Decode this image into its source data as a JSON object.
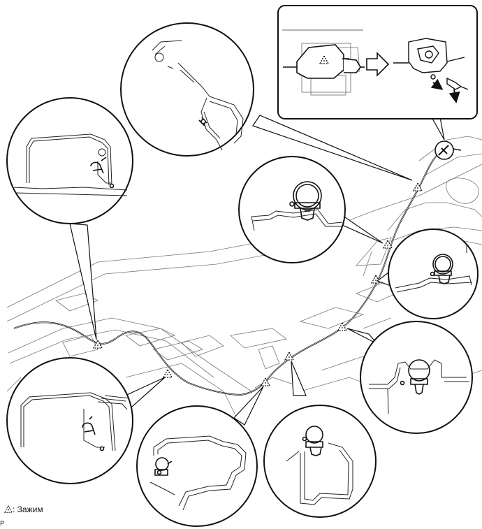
{
  "legend": {
    "symbol_name": "clamp-triangle-icon",
    "text": ": Зажим"
  },
  "reference_code": "P",
  "callouts": [
    {
      "name": "detail-callout-top-center",
      "icon": "clamp-triangle-icon"
    },
    {
      "name": "detail-callout-left",
      "icon": "clamp-triangle-icon"
    },
    {
      "name": "detail-callout-mid-right",
      "icon": "clamp-triangle-icon"
    },
    {
      "name": "detail-callout-right-upper",
      "icon": "clamp-triangle-icon"
    },
    {
      "name": "detail-callout-right-lower",
      "icon": "clamp-triangle-icon"
    },
    {
      "name": "detail-callout-bottom-left",
      "icon": "clamp-triangle-icon"
    },
    {
      "name": "detail-callout-bottom-center",
      "icon": "clamp-triangle-icon"
    },
    {
      "name": "detail-callout-bottom-right",
      "icon": "clamp-triangle-icon"
    },
    {
      "name": "connector-disconnect-box",
      "icon": "connector-icon"
    }
  ]
}
